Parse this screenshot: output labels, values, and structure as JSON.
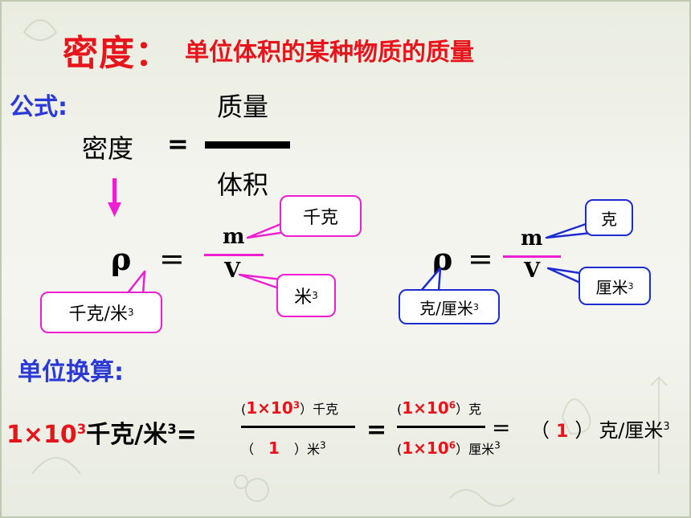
{
  "title": {
    "term": "密度：",
    "definition": "单位体积的某种物质的质量"
  },
  "word_formula": {
    "label": "公式:",
    "lhs": "密度",
    "eq": "=",
    "numerator": "质量",
    "denominator": "体积"
  },
  "formula_si": {
    "rho": "ρ",
    "eq": "=",
    "m": "m",
    "v": "V",
    "callout_mass": "千克",
    "callout_volume_base": "米",
    "callout_volume_exp": "3",
    "callout_density_base": "千克/米",
    "callout_density_exp": "3"
  },
  "formula_cgs": {
    "rho": "ρ",
    "eq": "=",
    "m": "m",
    "v": "V",
    "callout_mass": "克",
    "callout_volume_base": "厘米",
    "callout_volume_exp": "3",
    "callout_density_base": "克/厘米",
    "callout_density_exp": "3"
  },
  "conversion": {
    "label": "单位换算:",
    "lhs_coef": "1×10",
    "lhs_exp": "3",
    "lhs_unit": "千克/米",
    "lhs_unit_exp": "3",
    "lhs_eq": "=",
    "f1_num_open": "(",
    "f1_num_value": "1×10",
    "f1_num_exp": "3",
    "f1_num_close": "）千克",
    "f1_den_open": "（",
    "f1_den_value": "1",
    "f1_den_close": "）米",
    "f1_den_exp": "3",
    "eq2": "=",
    "f2_num_open": "(",
    "f2_num_value": "1×10",
    "f2_num_exp": "6",
    "f2_num_close": "）克",
    "f2_den_open": "(",
    "f2_den_value": "1×10",
    "f2_den_exp": "6",
    "f2_den_close": "）厘米",
    "f2_den_unit_exp": "3",
    "eq3": "=",
    "result_open": "（",
    "result_value": "1",
    "result_close": "）",
    "result_unit": "克/厘米",
    "result_unit_exp": "3"
  },
  "colors": {
    "title": "#e8141b",
    "label": "#2b3ad6",
    "pink_border": "#ee1fd0",
    "navy_border": "#1f2cd0"
  }
}
